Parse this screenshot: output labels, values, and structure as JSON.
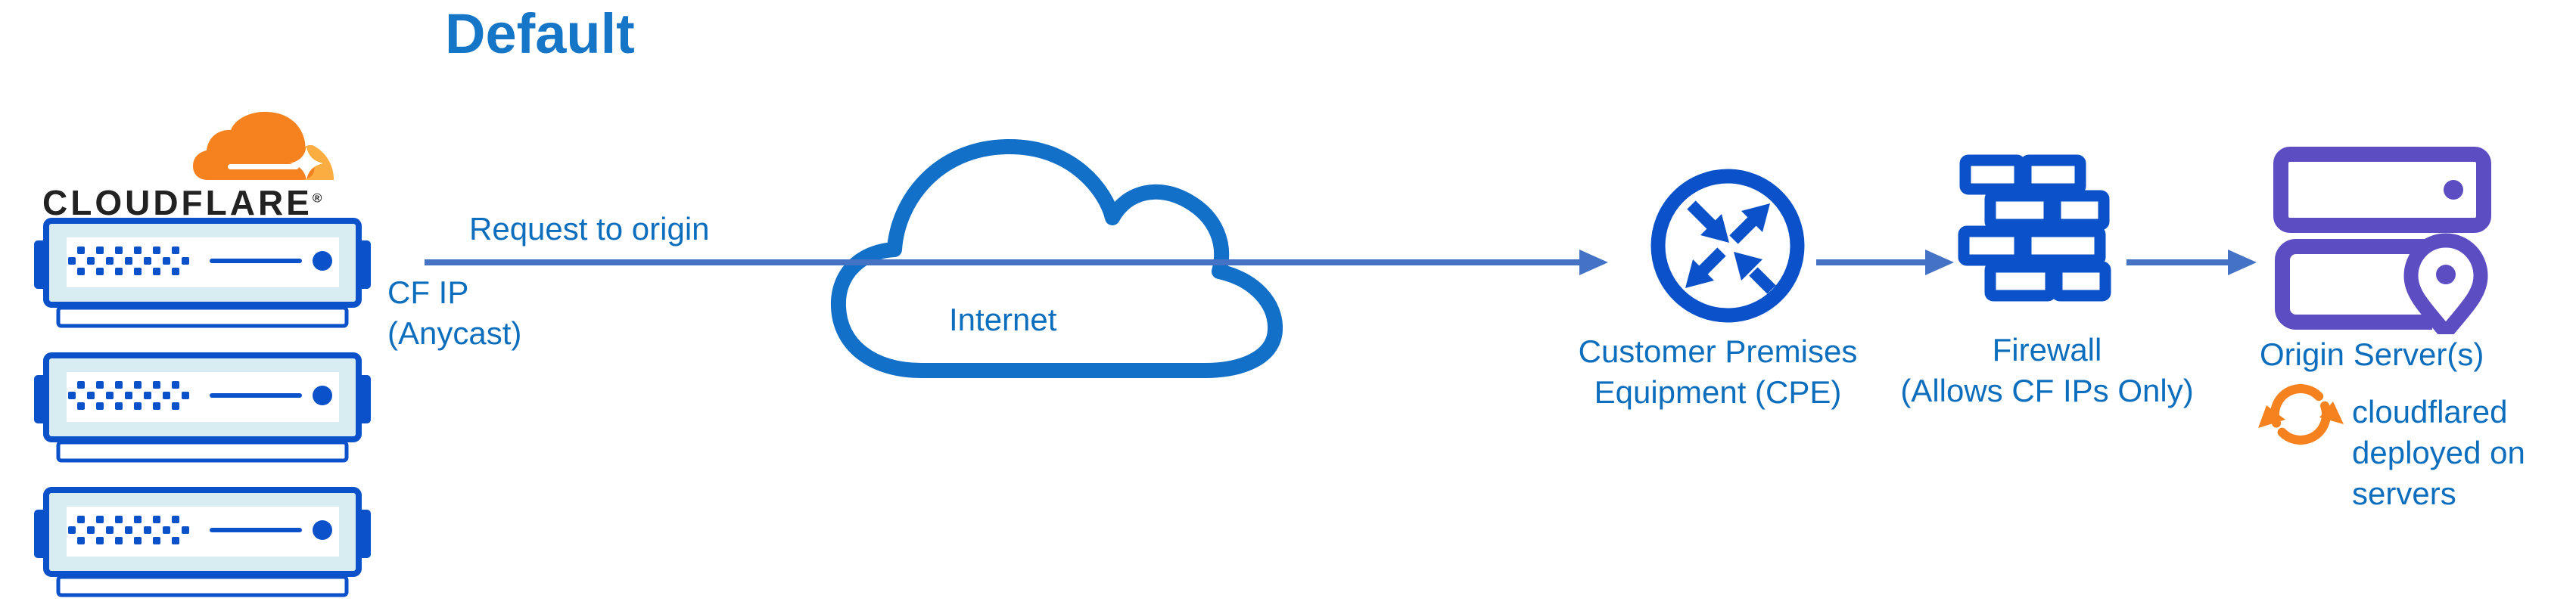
{
  "title": "Default",
  "brand": {
    "wordmark": "CLOUDFLARE",
    "registered_mark": "®"
  },
  "edge_servers": {
    "count": 3,
    "description": "cloudflare-edge-server-rack"
  },
  "flow": {
    "request_label": "Request to origin",
    "cf_ip_lines": [
      "CF IP",
      "(Anycast)"
    ],
    "internet_label": "Internet",
    "cpe_label_lines": [
      "Customer Premises",
      "Equipment (CPE)"
    ],
    "firewall_label_lines": [
      "Firewall",
      "(Allows CF IPs Only)"
    ],
    "origin_label": "Origin Server(s)",
    "cloudflared_lines": [
      "cloudflared",
      "deployed on",
      "servers"
    ]
  },
  "icons": {
    "cloudflare_logo": "cloudflare-orange-cloud-logo",
    "edge_server": "server-rack-icon",
    "internet": "cloud-outline-icon",
    "cpe": "router-arrows-circle-icon",
    "firewall": "brick-wall-icon",
    "origin_server": "server-with-location-pin-icon",
    "cloudflared": "sync-arrows-icon"
  },
  "colors": {
    "title_blue": "#1576c8",
    "label_blue": "#0d6ebd",
    "arrow_blue": "#4472c4",
    "icon_royal_blue": "#0b51c9",
    "cloud_outline_blue": "#1370c8",
    "server_panel_fill": "#d8edf2",
    "origin_purple": "#5d4dc3",
    "cloudflare_orange": "#f6821f",
    "cloudflare_light_orange": "#fbad41",
    "wordmark_dark": "#222222"
  }
}
